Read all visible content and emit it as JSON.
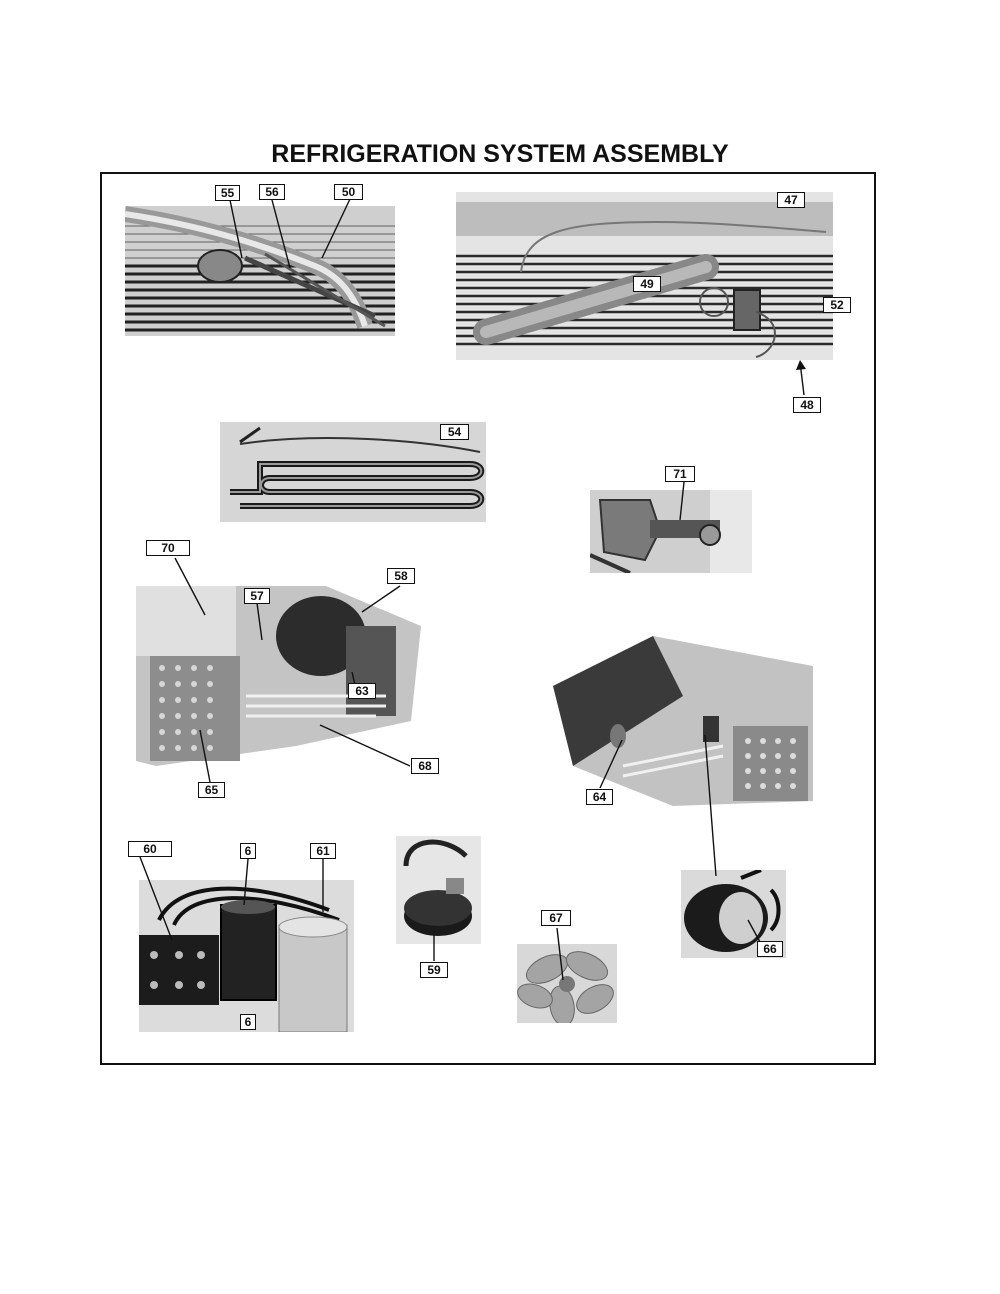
{
  "page": {
    "title": "REFRIGERATION SYSTEM ASSEMBLY"
  },
  "labels": {
    "p55": "55",
    "p56": "56",
    "p50": "50",
    "p47": "47",
    "p49": "49",
    "p52": "52",
    "p48": "48",
    "p54": "54",
    "p71": "71",
    "p70": "70",
    "p58": "58",
    "p57": "57",
    "p63": "63",
    "p68": "68",
    "p65": "65",
    "p64": "64",
    "p60": "60",
    "p6a": "6",
    "p61": "61",
    "p59": "59",
    "p67": "67",
    "p66": "66",
    "p6b": "6"
  },
  "colors": {
    "frame": "#111111",
    "photo_dark": "#2a2a2a",
    "photo_mid": "#8a8a8a",
    "photo_light": "#d8d8d8"
  }
}
